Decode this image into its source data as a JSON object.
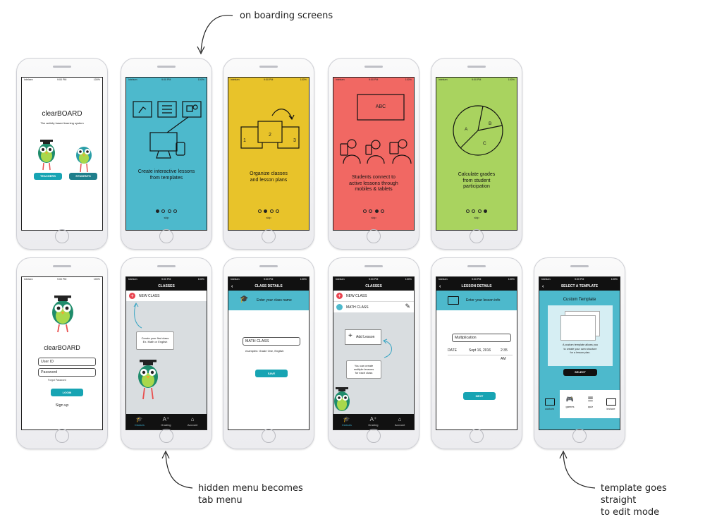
{
  "annotations": {
    "onboarding": "on boarding screens",
    "hidden_menu": "hidden menu becomes\ntab menu",
    "template_edit": "template goes straight\nto edit mode"
  },
  "status": {
    "carrier": "Intelsen",
    "time": "9:00 PM",
    "battery": "100%"
  },
  "colors": {
    "teal": "#4db9cc",
    "yellow": "#e8c32a",
    "red": "#f16863",
    "green": "#a9d35f",
    "dark": "#111111",
    "button": "#17a4b3",
    "plus": "#e9434f"
  },
  "splash": {
    "title": "clearBOARD",
    "tagline": "The activity based learning system",
    "teachers": "TEACHERS",
    "students": "STUDENTS"
  },
  "onboarding": [
    {
      "text": "Create interactive lessons\nfrom templates",
      "skip": "skip"
    },
    {
      "text": "Organize classes\nand lesson plans",
      "skip": "skip",
      "boxes": [
        "1",
        "2",
        "3"
      ]
    },
    {
      "text": "Students connect to\nactive lessons through\nmobiles & tablets",
      "skip": "skip",
      "board": "ABC"
    },
    {
      "text": "Calculate grades\nfrom student\nparticipation",
      "skip": "skip",
      "slices": [
        "A",
        "B",
        "C"
      ]
    }
  ],
  "login": {
    "title": "clearBOARD",
    "user_id": "User ID",
    "password": "Password",
    "forgot": "Forgot Password",
    "login": "LOGIN",
    "signup": "Sign up"
  },
  "classes": {
    "title": "CLASSES",
    "new_class": "NEW CLASS",
    "tip": "Create your first class\nEx. Math or English",
    "tabs": [
      "Classes",
      "Grading",
      "Account"
    ]
  },
  "class_details": {
    "title": "CLASS DETAILS",
    "prompt": "Enter your class name",
    "value": "MATH CLASS",
    "examples": "examples:  Grade One, English",
    "save": "SAVE"
  },
  "classes2": {
    "title": "CLASSES",
    "new_class": "NEW CLASS",
    "math_class": "MATH CLASS",
    "add_lesson": "Add Lesson",
    "tip": "You can create\nmultiple lessons\nfor each class",
    "tabs": [
      "Classes",
      "Grading",
      "Account"
    ]
  },
  "lesson_details": {
    "title": "LESSON DETAILS",
    "prompt": "Enter your lesson info",
    "value": "Multiplication",
    "date_label": "DATE",
    "date": "Sept 16, 2016",
    "time": "2:35 AM",
    "next": "NEXT"
  },
  "template": {
    "title": "SELECT A TEMPLATE",
    "card_title": "Custom Template",
    "desc": "A custom template allows you\nto create your own structure\nfor a lesson plan.",
    "select": "SELECT",
    "types": [
      "custom",
      "games",
      "quiz",
      "lecture"
    ]
  }
}
